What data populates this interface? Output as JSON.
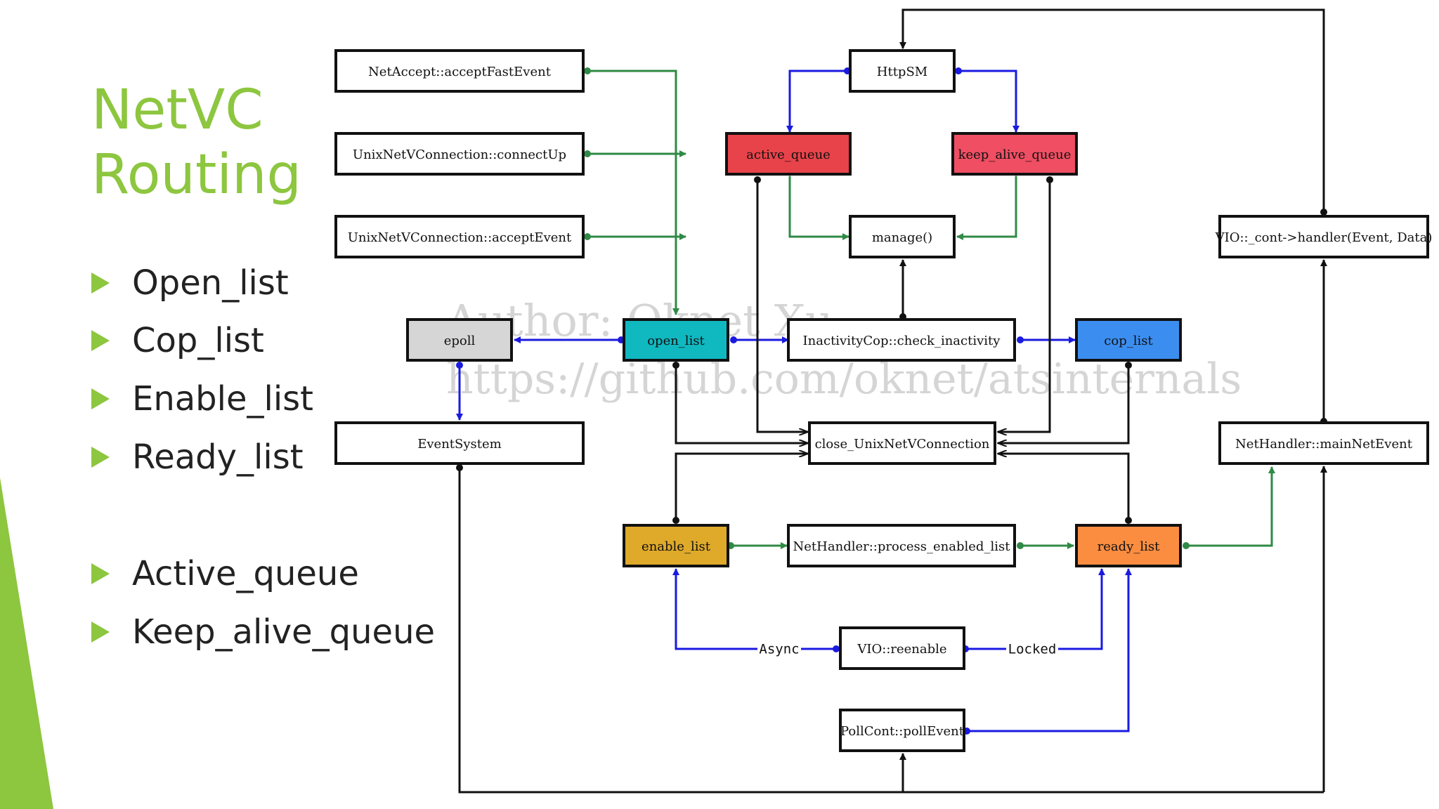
{
  "slide": {
    "title_line1": "NetVC",
    "title_line2": "Routing",
    "bullets_group1": [
      "Open_list",
      "Cop_list",
      "Enable_list",
      "Ready_list"
    ],
    "bullets_group2": [
      "Active_queue",
      "Keep_alive_queue"
    ],
    "accent_color": "#8dc63f"
  },
  "diagram": {
    "nodes": {
      "accept_fast_event": {
        "label": "NetAccept::acceptFastEvent",
        "color": "#ffffff"
      },
      "connect_up": {
        "label": "UnixNetVConnection::connectUp",
        "color": "#ffffff"
      },
      "accept_event": {
        "label": "UnixNetVConnection::acceptEvent",
        "color": "#ffffff"
      },
      "httpsm": {
        "label": "HttpSM",
        "color": "#ffffff"
      },
      "active_queue": {
        "label": "active_queue",
        "color": "#e8434a"
      },
      "keep_alive_queue": {
        "label": "keep_alive_queue",
        "color": "#ef4e63"
      },
      "manage": {
        "label": "manage()",
        "color": "#ffffff"
      },
      "vio_handler": {
        "label": "VIO::_cont->handler(Event, Data)",
        "color": "#ffffff"
      },
      "epoll": {
        "label": "epoll",
        "color": "#d6d6d6"
      },
      "open_list": {
        "label": "open_list",
        "color": "#10b8c0"
      },
      "inactivity_cop": {
        "label": "InactivityCop::check_inactivity",
        "color": "#ffffff"
      },
      "cop_list": {
        "label": "cop_list",
        "color": "#3b8ef0"
      },
      "event_system": {
        "label": "EventSystem",
        "color": "#ffffff"
      },
      "close_vc": {
        "label": "close_UnixNetVConnection",
        "color": "#ffffff"
      },
      "main_net_event": {
        "label": "NetHandler::mainNetEvent",
        "color": "#ffffff"
      },
      "enable_list": {
        "label": "enable_list",
        "color": "#dfa92a"
      },
      "process_enabled": {
        "label": "NetHandler::process_enabled_list",
        "color": "#ffffff"
      },
      "ready_list": {
        "label": "ready_list",
        "color": "#fb8d41"
      },
      "vio_reenable": {
        "label": "VIO::reenable",
        "color": "#ffffff"
      },
      "poll_event": {
        "label": "PollCont::pollEvent",
        "color": "#ffffff"
      }
    },
    "edge_labels": {
      "async": "Async",
      "locked": "Locked"
    },
    "edge_colors": {
      "green": "#2f8a45",
      "blue": "#1a1ae0",
      "black": "#111111"
    },
    "watermark": {
      "line1": "Author: Oknet Xu",
      "line2": "https://github.com/oknet/atsinternals"
    }
  }
}
